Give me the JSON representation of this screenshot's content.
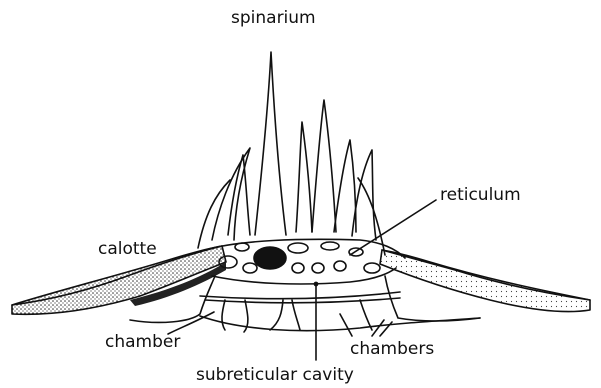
{
  "labels": {
    "spinarium": "spinarium",
    "reticulum": "reticulum",
    "calotte": "calotte",
    "chamber": "chamber",
    "chambers": "chambers",
    "subreticular_cavity": "subreticular cavity"
  },
  "colors": {
    "ink": "#111111",
    "paper": "#ffffff",
    "stipple": "#555555"
  }
}
